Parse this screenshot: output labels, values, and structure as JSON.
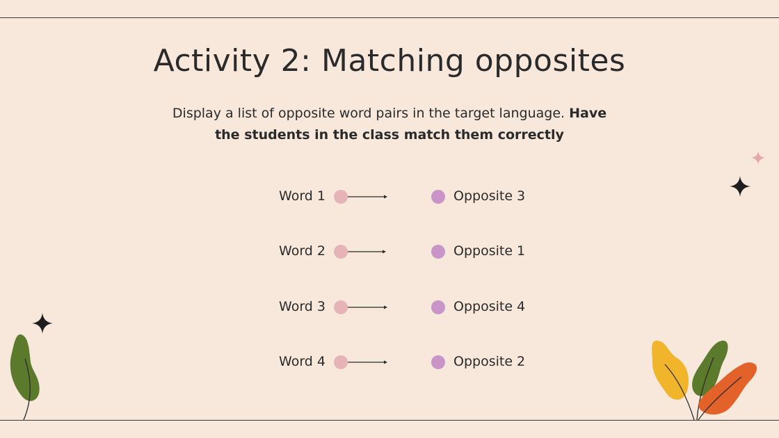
{
  "slide": {
    "title": "Activity 2: Matching opposites",
    "subtitle_plain": "Display a list of opposite word pairs in the target language. ",
    "subtitle_bold": "Have the students in the class match them correctly"
  },
  "pairs": [
    {
      "word": "Word 1",
      "opposite": "Opposite 3"
    },
    {
      "word": "Word 2",
      "opposite": "Opposite 1"
    },
    {
      "word": "Word 3",
      "opposite": "Opposite 4"
    },
    {
      "word": "Word 4",
      "opposite": "Opposite 2"
    }
  ],
  "colors": {
    "background": "#f8e8dc",
    "left_dot": "#e6b3b6",
    "right_dot": "#c995c8",
    "leaf_green": "#5c7a2c",
    "leaf_yellow": "#f0b52a",
    "leaf_orange": "#e2622a",
    "sparkle_pink": "#e6a8a8"
  }
}
